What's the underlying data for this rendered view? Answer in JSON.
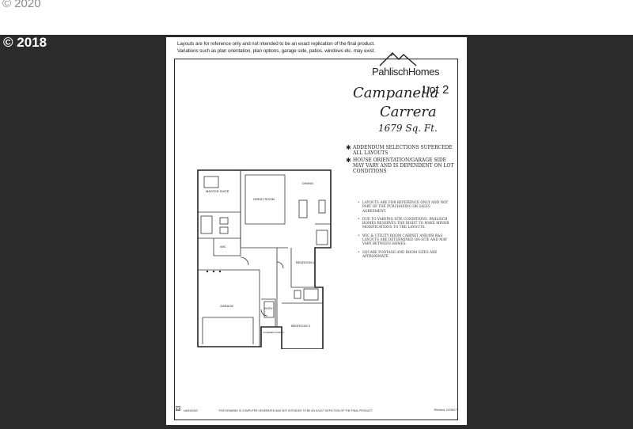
{
  "photo_copyright": "© 2020",
  "watermark": "© 2018",
  "sheet": {
    "disclaimer_line1": "Layouts are for reference only and not intended to be an exact replication of the final product.",
    "disclaimer_line2": "Variations such as plan orientation, plan options, garage side, patios, windows etc. may exist.",
    "brand": "PahlischHomes",
    "community": "Campanella",
    "lot": "Lot 2",
    "plan_name": "Carrera",
    "square_feet": "1679 Sq. Ft.",
    "star_notes": [
      "ADDENDUM SELECTIONS SUPERCEDE ALL LAYOUTS",
      "HOUSE ORIENTATION/GARAGE SIDE MAY VARY AND IS DEPENDENT ON LOT CONDITIONS"
    ],
    "bullet_notes": [
      "LAYOUTS ARE FOR REFERENCE ONLY AND NOT PART OF THE PURCHASING OR SALES AGREEMENT.",
      "DUE TO VARYING SITE CONDITIONS, PAHLISCH HOMES RESERVES THE RIGHT TO MAKE MINOR MODIFICATIONS TO THE LAYOUTS.",
      "WIC & UTILITY ROOM CABINET AND/OR R&S LAYOUTS ARE DETERMINED ON-SITE AND MAY VARY BETWEEN HOMES.",
      "SQUARE FOOTAGE AND ROOM SIZES ARE APPROXIMATE."
    ],
    "rooms": {
      "master": "MASTER SUITE",
      "great": "GREAT ROOM",
      "dining": "DINING",
      "bedroom2": "BEDROOM 2",
      "bedroom3": "BEDROOM 3",
      "garage": "GARAGE",
      "entry": "ENTRY",
      "porch": "COVERED PORCH",
      "wic": "WIC"
    },
    "footer_code": "sclr8342647",
    "footer_text": "THIS DRAWING IS COMPUTER GENERATED AND NOT INTENDED TO BE AN EXACT DEPICTION OF THE FINAL PRODUCT.",
    "revised": "Revised 12/08/17"
  }
}
